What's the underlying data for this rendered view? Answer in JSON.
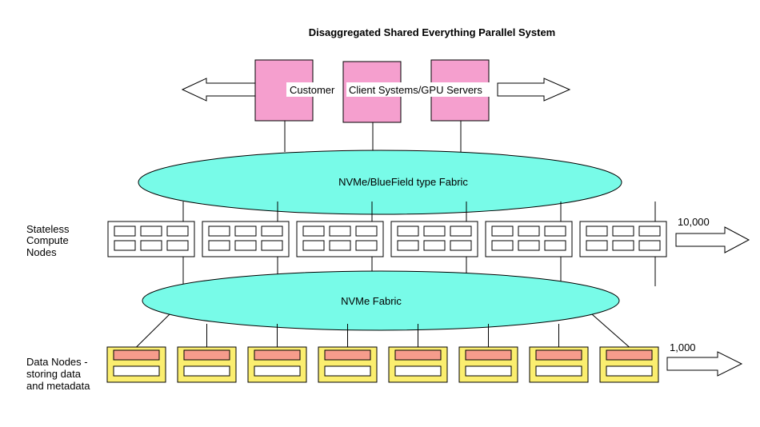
{
  "title": "Disaggregated Shared Everything Parallel System",
  "clients": {
    "label_customer": "Customer",
    "label_servers": "Client Systems/GPU Servers",
    "color": "#f59fce"
  },
  "fabric_top": {
    "label": "NVMe/BlueField type Fabric",
    "color": "#78fbe8"
  },
  "fabric_bottom": {
    "label": "NVMe Fabric",
    "color": "#78fbe8"
  },
  "compute": {
    "label_lines": [
      "Stateless",
      "Compute",
      "Nodes"
    ],
    "count_label": "10,000",
    "node_count": 6
  },
  "data": {
    "label_lines": [
      "Data Nodes -",
      "storing data",
      "and metadata"
    ],
    "count_label": "1,000",
    "node_count": 8,
    "node_color": "#fbee6f",
    "bar_color": "#f69c8c"
  }
}
